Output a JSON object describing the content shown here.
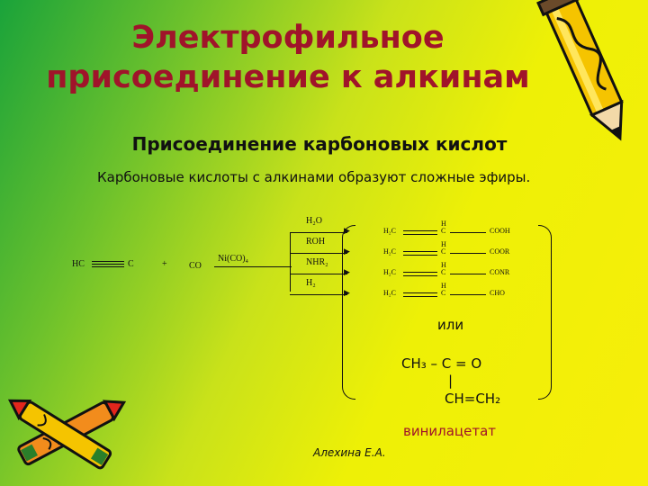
{
  "title_line1": "Электрофильное",
  "title_line2": "присоединение к алкинам",
  "subtitle": "Присоединение карбоновых кислот",
  "intro": "Карбоновые кислоты с алкинами образуют сложные эфиры.",
  "scheme": {
    "reactant_hc": "HC",
    "reactant_c": "C",
    "plus": "+",
    "co": "CO",
    "catalyst": "Ni(CO)₄",
    "reagents": [
      "H₂O",
      "ROH",
      "NHR₂",
      "H₂"
    ],
    "product_left": "H₂C",
    "product_h": "H",
    "product_c": "C",
    "product_groups": [
      "COOH",
      "COOR",
      "CONR",
      "CHO"
    ]
  },
  "ili": "или",
  "formula": {
    "line1": "CH₃ – C = O",
    "bar": "|",
    "line3": "CH=CH₂"
  },
  "vinyl": "винилацетат",
  "author": "Алехина Е.А."
}
